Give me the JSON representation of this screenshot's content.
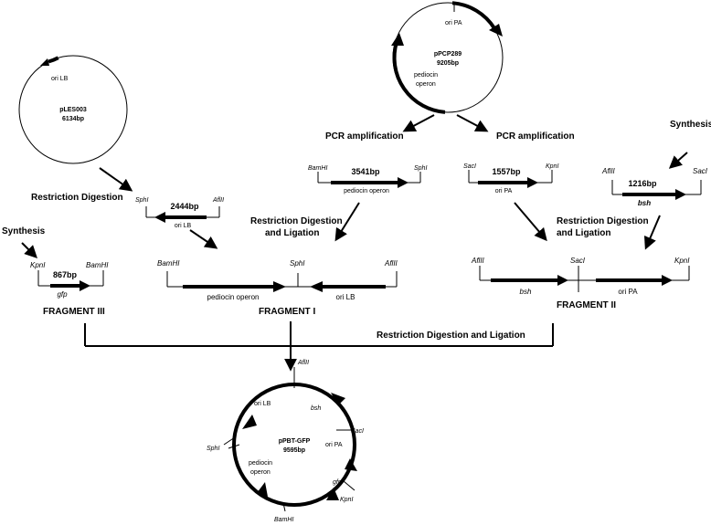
{
  "plasmids": {
    "ples003": {
      "name": "pLES003",
      "size": "6134bp",
      "ori": "ori LB"
    },
    "ppcp289": {
      "name": "pPCP289",
      "size": "9205bp",
      "ori": "ori PA",
      "operon_line1": "pediocin",
      "operon_line2": "operon"
    },
    "final": {
      "name": "pPBT-GFP",
      "size": "9595bp",
      "afl": "AflII",
      "orilb": "ori LB",
      "bsh": "bsh",
      "sph": "SphI",
      "sac": "SacI",
      "oripa": "ori PA",
      "ped1": "pediocin",
      "ped2": "operon",
      "gfp": "gfp",
      "kpn": "KpnI",
      "bam": "BamHI"
    }
  },
  "steps": {
    "pcr_left": "PCR amplification",
    "pcr_right": "PCR amplification",
    "synthesis_right": "Synthesis",
    "synthesis_left": "Synthesis",
    "restriction_digestion": "Restriction Digestion",
    "rdl_mid_1": "Restriction Digestion",
    "rdl_mid_2": "and Ligation",
    "rdl_right_1": "Restriction Digestion",
    "rdl_right_2": "and Ligation",
    "rdl_bottom": "Restriction Digestion and Ligation"
  },
  "intermediates": {
    "pediocin_pcr": {
      "site_left": "BamHI",
      "site_right": "SphI",
      "size": "3541bp",
      "label": "pediocin operon"
    },
    "oripa_pcr": {
      "site_left": "SacI",
      "site_right": "KpnI",
      "size": "1557bp",
      "label": "ori PA"
    },
    "bsh_syn": {
      "site_left": "AflII",
      "site_right": "SacI",
      "size": "1216bp",
      "label": "bsh"
    },
    "orilb_digest": {
      "site_left": "SphI",
      "site_right": "AflII",
      "size": "2444bp",
      "label": "ori LB"
    },
    "gfp_syn": {
      "site_left": "KpnI",
      "site_right": "BamHI",
      "size": "867bp",
      "label": "gfp"
    }
  },
  "fragments": {
    "f1": {
      "name": "FRAGMENT I",
      "site1": "BamHI",
      "site2": "SphI",
      "site3": "AflII",
      "gene1": "pediocin operon",
      "gene2": "ori LB"
    },
    "f2": {
      "name": "FRAGMENT II",
      "site1": "AflII",
      "site2": "SacI",
      "site3": "KpnI",
      "gene1": "bsh",
      "gene2": "ori PA"
    },
    "f3": {
      "name": "FRAGMENT III"
    }
  }
}
